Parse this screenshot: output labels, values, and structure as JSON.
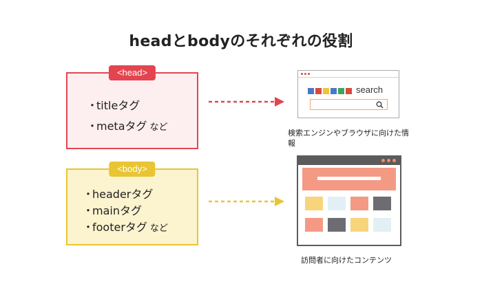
{
  "title": "headとbodyのそれぞれの役割",
  "head_box": {
    "label": "<head>",
    "items": [
      {
        "text": "titleタグ",
        "suffix": ""
      },
      {
        "text": "metaタグ",
        "suffix": "など"
      }
    ],
    "color": "#e3444f",
    "fill": "#fdeef0"
  },
  "body_box": {
    "label": "<body>",
    "items": [
      {
        "text": "headerタグ",
        "suffix": ""
      },
      {
        "text": "mainタグ",
        "suffix": ""
      },
      {
        "text": "footerタグ",
        "suffix": "など"
      }
    ],
    "color": "#e9c532",
    "fill": "#fcf3cf"
  },
  "bullet": "・",
  "search_panel": {
    "search_word": "search",
    "icon": "search-icon",
    "square_colors": [
      "#4a78c8",
      "#d84a3a",
      "#f0c23a",
      "#4a78c8",
      "#3aa75a",
      "#d84a3a"
    ],
    "caption": "検索エンジンやブラウザに向けた情報"
  },
  "website_panel": {
    "caption": "訪問者に向けたコンテンツ",
    "tile_colors": [
      "#f8d47c",
      "#e2f0f5",
      "#f49a84",
      "#6c6c72",
      "#f49a84",
      "#6c6c72",
      "#f8d47c",
      "#e2f0f5"
    ]
  }
}
